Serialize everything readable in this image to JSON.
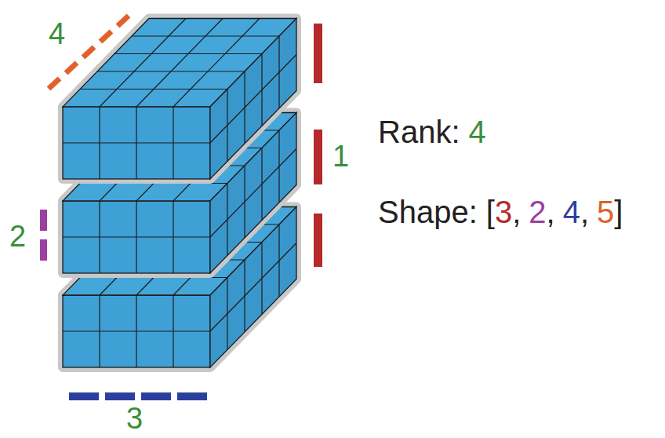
{
  "diagram": {
    "labels": [
      "4",
      "1",
      "2",
      "3",
      "Rank:",
      "4",
      "Shape:",
      "[",
      "3",
      ",",
      "2",
      ",",
      "4",
      ",",
      "5",
      "]"
    ]
  }
}
